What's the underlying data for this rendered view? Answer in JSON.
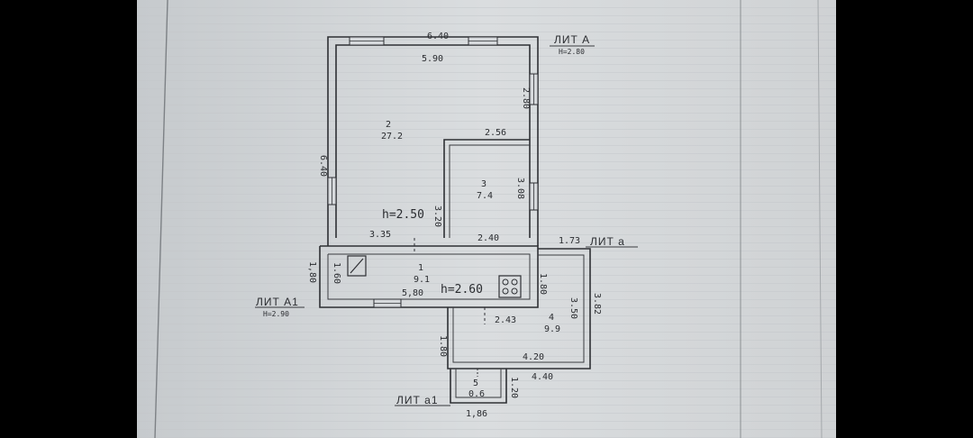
{
  "liters": {
    "A": {
      "name": "ЛИТ А",
      "height": "H=2.80"
    },
    "a": {
      "name": "ЛИТ а"
    },
    "A1": {
      "name": "ЛИТ А1",
      "height": "H=2.90"
    },
    "a1": {
      "name": "ЛИТ а1"
    }
  },
  "rooms": {
    "r1": {
      "number": "1",
      "area": "9.1"
    },
    "r2": {
      "number": "2",
      "area": "27.2"
    },
    "r3": {
      "number": "3",
      "area": "7.4"
    },
    "r4": {
      "number": "4",
      "area": "9.9"
    },
    "r5": {
      "number": "5",
      "area": "0.6"
    }
  },
  "heights": {
    "main": "h=2.50",
    "a1": "h=2.60"
  },
  "dimensions": {
    "top_outer": "6.40",
    "top_inner": "5.90",
    "left_outer": "6.40",
    "right_upper": "2.80",
    "room3_top": "2.56",
    "room3_right": "3.08",
    "room3_left": "3.20",
    "bottom_left_main": "3.35",
    "bottom_right_main": "2.40",
    "veranda_top": "1.73",
    "a1_left_outer": "1,80",
    "a1_left_inner": "1.60",
    "a1_bottom": "5,80",
    "a1_right": "1.80",
    "room4_top": "2.43",
    "room4_right_inner": "3.50",
    "room4_right_outer": "3.82",
    "room4_left": "1.80",
    "room4_bottom_inner": "4.20",
    "room4_bottom_outer": "4.40",
    "porch_right": "1.20",
    "porch_bottom": "1,86"
  },
  "colors": {
    "paper": "#d8dcdf",
    "paper_dark": "#c9cdd0",
    "ink": "#2e3034",
    "background": "#000000"
  }
}
